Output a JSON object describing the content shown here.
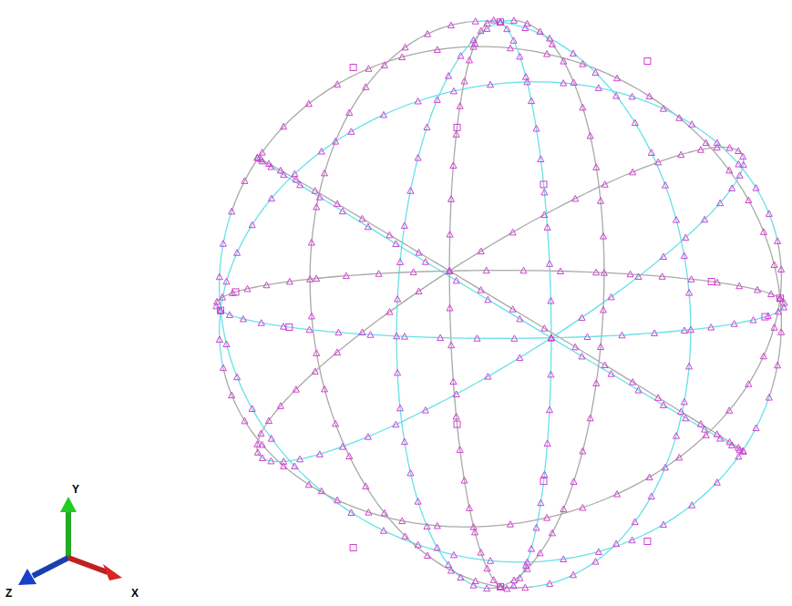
{
  "diagram": {
    "labels": [
      "Y",
      "Z",
      "X"
    ]
  }
}
